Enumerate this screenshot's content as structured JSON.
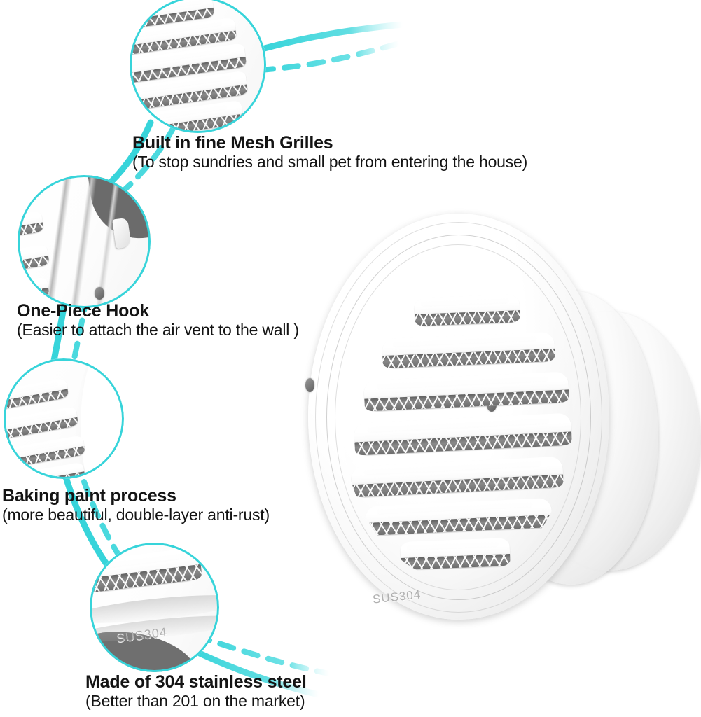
{
  "page": {
    "kind": "product-feature-infographic",
    "background_color": "#ffffff",
    "accent_color": "#37d4da",
    "text_color": "#141414"
  },
  "features": [
    {
      "id": "mesh-grilles",
      "title": "Built in fine Mesh Grilles",
      "subtitle": "(To stop sundries and small pet from entering the house)"
    },
    {
      "id": "one-piece-hook",
      "title": "One-Piece Hook",
      "subtitle": "(Easier to attach the air vent to the wall )"
    },
    {
      "id": "baking-paint",
      "title": "Baking paint process",
      "subtitle": "(more beautiful, double-layer anti-rust)"
    },
    {
      "id": "stainless-steel",
      "title": "Made of 304 stainless steel",
      "subtitle": "(Better than 201 on the market)"
    }
  ],
  "product": {
    "name": "round-louvered-air-vent",
    "material_marking": "SUS304",
    "louver_count": 7,
    "finish": "white-baked-paint"
  },
  "callouts": [
    {
      "id": "callout-mesh-grilles",
      "detail": "close-up of louver slats with fine mesh behind"
    },
    {
      "id": "callout-one-piece-hook",
      "detail": "close-up of one-piece mounting hook on vent edge"
    },
    {
      "id": "callout-baking-paint",
      "detail": "close-up of baked paint louver surface"
    },
    {
      "id": "callout-stainless-steel",
      "detail": "close-up of SUS304 marking on vent rim"
    }
  ],
  "markings": {
    "sus_main": "SUS304",
    "sus_callout": "SUS304"
  }
}
